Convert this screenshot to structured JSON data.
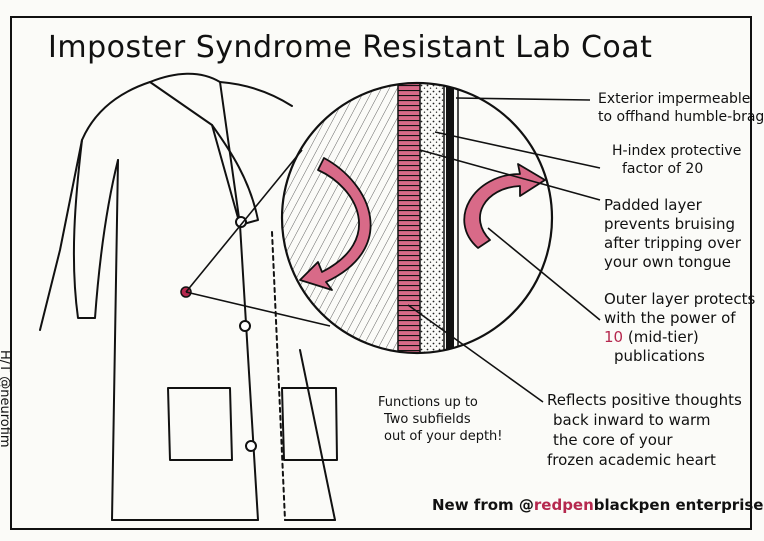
{
  "title": "Imposter Syndrome Resistant Lab Coat",
  "labels": {
    "exterior": [
      "Exterior impermeable",
      "to offhand humble-brags"
    ],
    "hindex": [
      "H-index protective",
      "factor of 20"
    ],
    "padded": [
      "Padded layer",
      "prevents bruising",
      "after tripping over",
      "your own tongue"
    ],
    "outer": {
      "line1": "Outer layer protects",
      "line2": "with the power of",
      "number": "10",
      "rest": " (mid-tier)",
      "line4": "publications"
    },
    "reflects": [
      "Reflects positive thoughts",
      "back inward to warm",
      "the core of your",
      "frozen academic heart"
    ],
    "subfields": [
      "Functions up to",
      "Two subfields",
      "out of your depth!"
    ]
  },
  "credit": "H/T @neurofim",
  "footer": {
    "prefix": "New from @",
    "brand_red": "redpen",
    "brand_black": "blackpen enterprises"
  },
  "colors": {
    "ink": "#111111",
    "accent": "#b5284e",
    "accent_fill": "#d86a88",
    "paper": "#fbfbf8"
  }
}
